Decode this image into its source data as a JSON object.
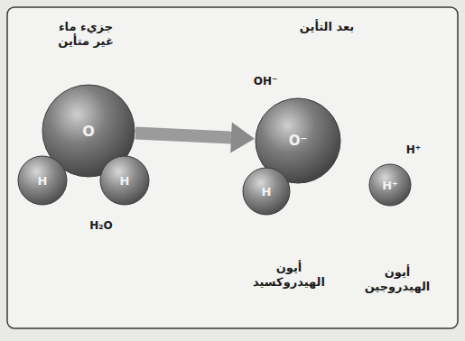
{
  "diagram": {
    "nodes": [
      {
        "text": [
          "O"
        ]
      },
      {
        "text": [
          "H"
        ]
      },
      {
        "text": [
          "H"
        ]
      },
      {
        "text": [
          "O⁻"
        ]
      },
      {
        "text": [
          "H"
        ]
      },
      {
        "text": [
          "H⁺"
        ]
      }
    ],
    "edges": [
      {
        "from": 0,
        "to": 3,
        "arrow": "to"
      }
    ],
    "labels": [
      "جزيء ماء غير متأين",
      "بعد التأين",
      "H₂O",
      "OH⁻",
      "H⁺",
      "أيون الهيدروكسيد",
      "أيون الهيدروجين"
    ]
  }
}
